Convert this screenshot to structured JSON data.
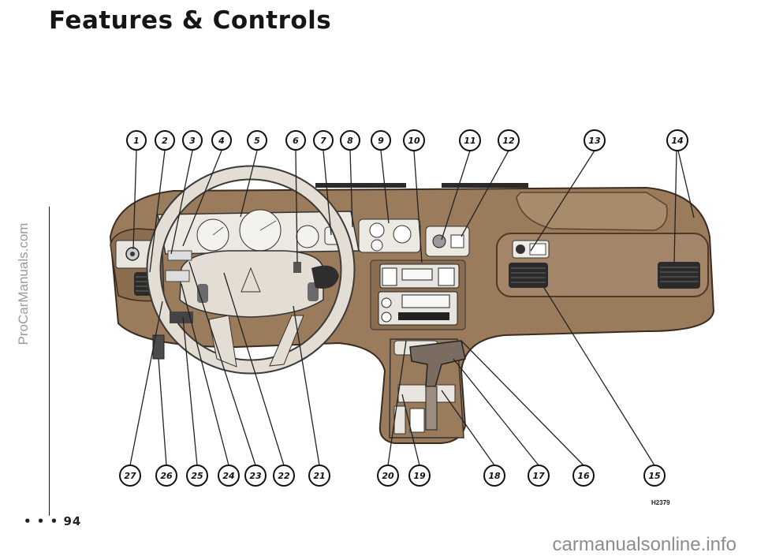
{
  "page": {
    "title": "Features & Controls",
    "page_number": "94",
    "page_marker": "• • •",
    "figure_code": "H2379",
    "side_watermark": "ProCarManuals.com",
    "bottom_watermark": "carmanualsonline.info"
  },
  "callouts": {
    "top": [
      "1",
      "2",
      "3",
      "4",
      "5",
      "6",
      "7",
      "8",
      "9",
      "10",
      "11",
      "12",
      "13",
      "14"
    ],
    "bottom": [
      "27",
      "26",
      "25",
      "24",
      "23",
      "22",
      "21",
      "20",
      "19",
      "18",
      "17",
      "16",
      "15"
    ]
  },
  "colors": {
    "dash": "#9a7b5c",
    "dash_dark": "#6b5038",
    "cluster": "#ece8e2",
    "wheel": "#e3ddd3"
  }
}
